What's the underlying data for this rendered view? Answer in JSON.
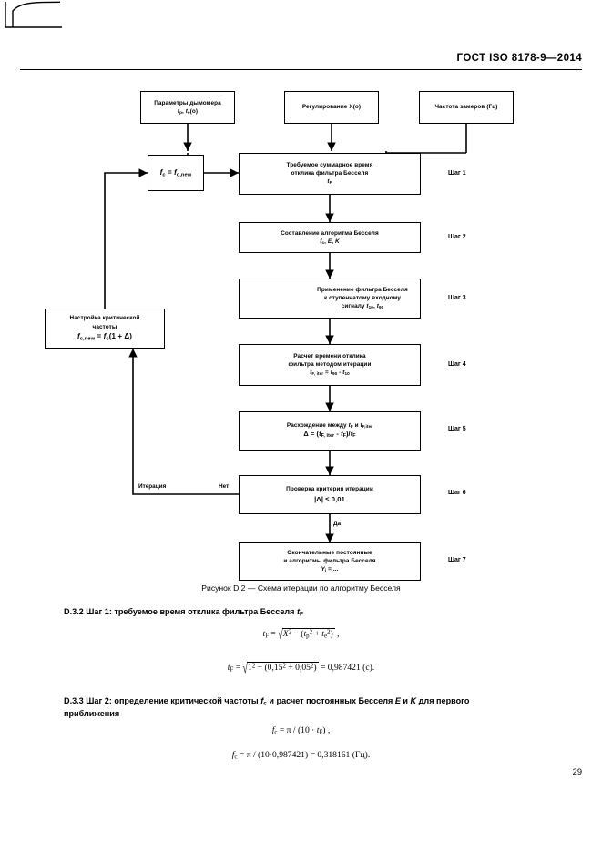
{
  "document": {
    "header_standard": "ГОСТ ISO 8178-9—2014",
    "page_number": "29"
  },
  "figure": {
    "caption": "Рисунок D.2 — Схема итерации по алгоритму Бесселя",
    "inputs": [
      {
        "name": "smokemeter-parameters",
        "line1": "Параметры дымомера",
        "line2": "tₚ, tₑ(o)"
      },
      {
        "name": "regulation",
        "line1": "Регулирование X(o)",
        "line2": ""
      },
      {
        "name": "sampling-frequency",
        "line1": "Частота замеров (Гц)",
        "line2": ""
      }
    ],
    "feedback_fc": {
      "line1": "fᴄ = fᴄ,new"
    },
    "tuning_box": {
      "line1": "Настройка критической",
      "line2": "частоты",
      "line3": "fᴄ,new = fᴄ(1 + Δ)"
    },
    "steps": [
      {
        "id": "step-1",
        "label": "Шаг 1",
        "lines": [
          "Требуемое суммарное время",
          "отклика фильтра Бесселя",
          "tＦ"
        ]
      },
      {
        "id": "step-2",
        "label": "Шаг 2",
        "lines": [
          "Составление алгоритма Бесселя",
          "fᴄ, E, K"
        ]
      },
      {
        "id": "step-3",
        "label": "Шаг 3",
        "lines": [
          "Применение фильтра Бесселя",
          "к ступенчатому входному",
          "сигналу t₁₀, t₉₀"
        ]
      },
      {
        "id": "step-4",
        "label": "Шаг 4",
        "lines": [
          "Расчет времени отклика",
          "фильтра методом итерации",
          "tＦ,iter = t₉₀ - t₁₀"
        ]
      },
      {
        "id": "step-5",
        "label": "Шаг 5",
        "lines": [
          "Расхождение между tＦ и tＦ,iter",
          "Δ = (tＦ,iter - tＦ)/tＦ"
        ]
      },
      {
        "id": "step-6",
        "label": "Шаг 6",
        "lines": [
          "Проверка критерия итерации",
          "|Δ| ≤ 0,01"
        ]
      },
      {
        "id": "step-7",
        "label": "Шаг 7",
        "lines": [
          "Окончательные постоянные",
          "и алгоритмы фильтра Бесселя",
          "Yᵢ = ..."
        ]
      }
    ],
    "edge_labels": {
      "iteration": "Итерация",
      "no": "Нет",
      "yes": "Да"
    }
  },
  "sections": [
    {
      "id": "d-3-2",
      "heading": "D.3.2 Шаг 1: требуемое время отклика фильтра Бесселя tＦ",
      "formulas": [
        "tＦ = √(X² − (tₚ² + tₑ²)),",
        "tＦ = √(1² − (0,15² + 0,05²)) = 0,987421 (с)."
      ]
    },
    {
      "id": "d-3-3",
      "heading": "D.3.3 Шаг 2: определение критической частоты fᴄ и расчет постоянных Бесселя E и K для первого приближения",
      "formulas": [
        "fᴄ = π / (10 · tＦ),",
        "fᴄ = π / (10 · 0,987421) = 0,318161 (Гц)."
      ]
    }
  ]
}
